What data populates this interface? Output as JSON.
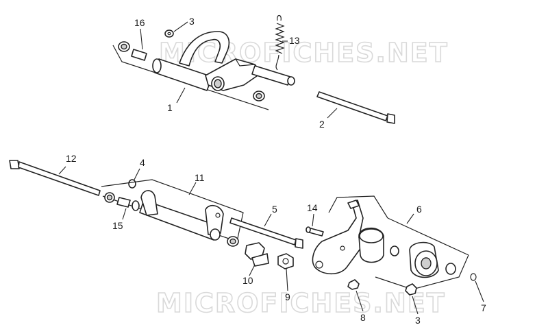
{
  "watermark": "MICROFICHES.NET",
  "callouts": {
    "c1": "1",
    "c2": "2",
    "c3a": "3",
    "c3b": "3",
    "c4": "4",
    "c5": "5",
    "c6": "6",
    "c7": "7",
    "c8": "8",
    "c9": "9",
    "c10": "10",
    "c11": "11",
    "c12": "12",
    "c13": "13",
    "c14": "14",
    "c15": "15",
    "c16": "16"
  },
  "colors": {
    "line": "#222222",
    "watermark": "#d9d9d9",
    "background": "#ffffff"
  }
}
